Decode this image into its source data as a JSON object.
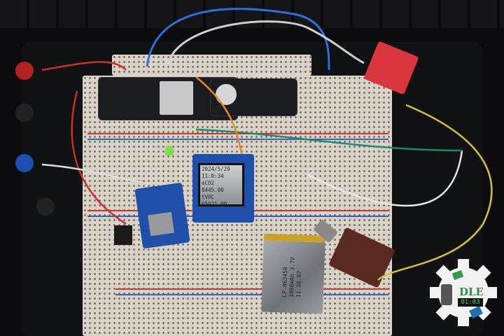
{
  "lcd": {
    "date": "2024/5/29",
    "time": "11:0:34",
    "co2_label": "eCO2",
    "co2_value": "8445.00",
    "voc_label": "tVOC",
    "voc_value": "65021.00"
  },
  "battery": {
    "model": "LP-063450",
    "spec": "1000mAh 3.7V",
    "date": "11.10.07"
  },
  "logo": {
    "text": "DLE",
    "display": "01:03"
  },
  "colors": {
    "breadboard": "#d9d2c6",
    "sensor_board": "#d9363e",
    "display_board": "#1f4fa8"
  }
}
